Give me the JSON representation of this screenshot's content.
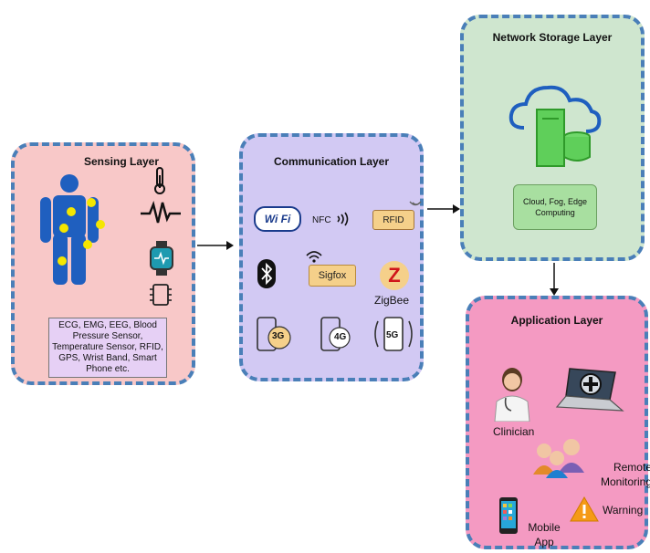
{
  "sensing": {
    "title": "Sensing Layer",
    "sensors_text": "ECG, EMG, EEG, Blood Pressure Sensor, Temperature Sensor, RFID, GPS, Wrist Band, Smart Phone etc."
  },
  "communication": {
    "title": "Communication Layer",
    "wifi": "Wi Fi",
    "nfc": "NFC",
    "rfid": "RFID",
    "sigfox": "Sigfox",
    "zigbee_letter": "Z",
    "zigbee": "ZigBee",
    "g3": "3G",
    "g4": "4G",
    "g5": "5G"
  },
  "storage": {
    "title": "Network Storage Layer",
    "box_text": "Cloud, Fog, Edge Computing"
  },
  "application": {
    "title": "Application Layer",
    "clinician": "Clinician",
    "remote_monitoring": "Remote Monitoring",
    "warning": "Warning",
    "mobile_app": "Mobile App"
  },
  "colors": {
    "sensing_bg": "#f8c8c8",
    "communication_bg": "#d2c9f3",
    "storage_bg": "#cfe6cf",
    "application_bg": "#f49ac2",
    "border": "#4a7fb8"
  }
}
